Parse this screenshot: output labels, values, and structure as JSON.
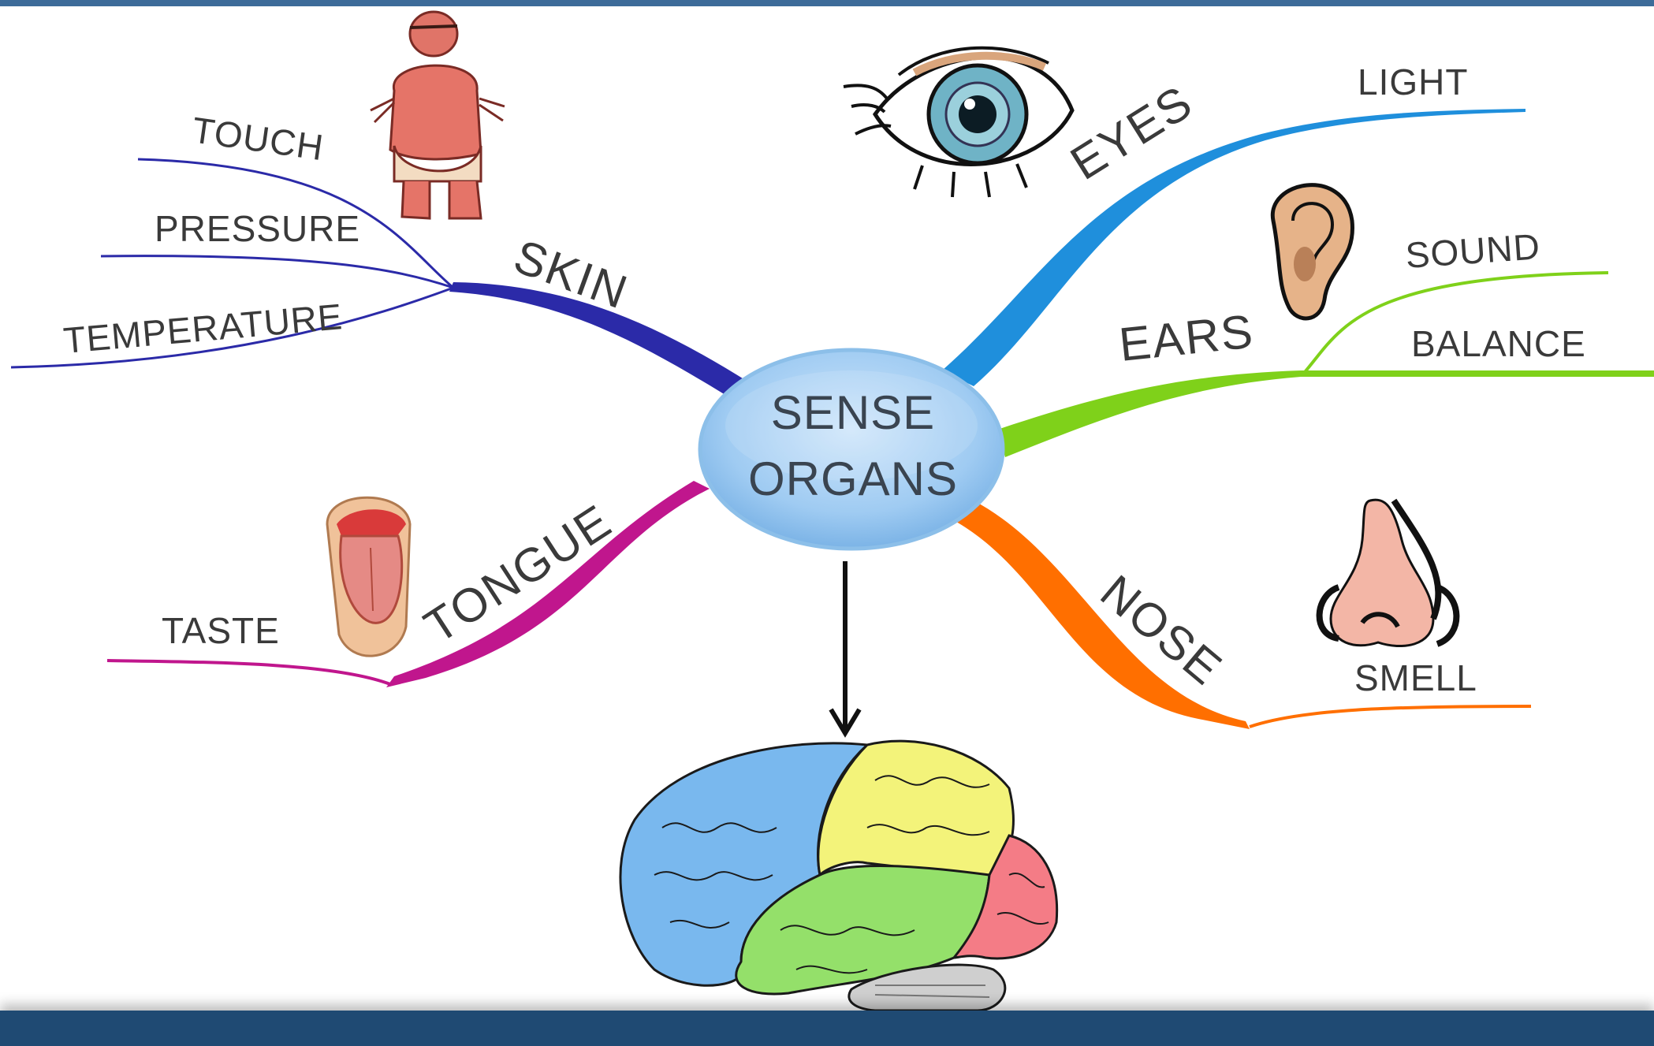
{
  "center": {
    "line1": "SENSE",
    "line2": "ORGANS"
  },
  "branches": {
    "skin": {
      "label": "SKIN",
      "color": "#2b2aa8",
      "leaves": [
        "TOUCH",
        "PRESSURE",
        "TEMPERATURE"
      ]
    },
    "tongue": {
      "label": "TONGUE",
      "color": "#c0168d",
      "leaves": [
        "TASTE"
      ]
    },
    "eyes": {
      "label": "EYES",
      "color": "#1f8fdc",
      "leaves": [
        "LIGHT"
      ]
    },
    "ears": {
      "label": "EARS",
      "color": "#7fd11a",
      "leaves": [
        "SOUND",
        "BALANCE"
      ]
    },
    "nose": {
      "label": "NOSE",
      "color": "#ff6f00",
      "leaves": [
        "SMELL"
      ]
    }
  },
  "icons": [
    "person-icon",
    "eye-icon",
    "ear-icon",
    "tongue-icon",
    "nose-icon",
    "brain-icon"
  ]
}
